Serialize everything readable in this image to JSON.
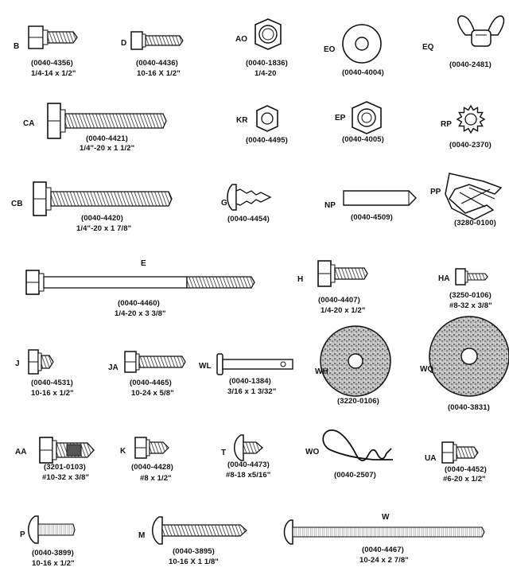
{
  "parts": [
    {
      "id": "B",
      "letter": "B",
      "code": "(0040-4356)",
      "size": "1/4-14 x 1/2\"",
      "icon": "hex-flange-screw-icon"
    },
    {
      "id": "D",
      "letter": "D",
      "code": "(0040-4436)",
      "size": "10-16 X 1/2\"",
      "icon": "hex-flange-screw-icon"
    },
    {
      "id": "AO",
      "letter": "AO",
      "code": "(0040-1836)",
      "size": "1/4-20",
      "icon": "hex-nut-icon"
    },
    {
      "id": "EO",
      "letter": "EO",
      "code": "(0040-4004)",
      "size": "",
      "icon": "flat-washer-icon"
    },
    {
      "id": "EQ",
      "letter": "EQ",
      "code": "(0040-2481)",
      "size": "",
      "icon": "wing-nut-icon"
    },
    {
      "id": "CA",
      "letter": "CA",
      "code": "(0040-4421)",
      "size": "1/4\"-20 x 1 1/2\"",
      "icon": "hex-bolt-icon"
    },
    {
      "id": "KR",
      "letter": "KR",
      "code": "(0040-4495)",
      "size": "",
      "icon": "hex-nut-icon"
    },
    {
      "id": "EP",
      "letter": "EP",
      "code": "(0040-4005)",
      "size": "",
      "icon": "lock-nut-icon"
    },
    {
      "id": "RP",
      "letter": "RP",
      "code": "(0040-2370)",
      "size": "",
      "icon": "star-washer-icon"
    },
    {
      "id": "CB",
      "letter": "CB",
      "code": "(0040-4420)",
      "size": "1/4\"-20 x 1 7/8\"",
      "icon": "hex-bolt-icon"
    },
    {
      "id": "G",
      "letter": "G",
      "code": "(0040-4454)",
      "size": "",
      "icon": "push-rivet-icon"
    },
    {
      "id": "NP",
      "letter": "NP",
      "code": "(0040-4509)",
      "size": "",
      "icon": "pin-icon"
    },
    {
      "id": "PP",
      "letter": "PP",
      "code": "(3280-0100)",
      "size": "",
      "icon": "clip-icon"
    },
    {
      "id": "E",
      "letter": "E",
      "code": "(0040-4460)",
      "size": "1/4-20 x 3 3/8\"",
      "icon": "long-hex-bolt-icon"
    },
    {
      "id": "H",
      "letter": "H",
      "code": "(0040-4407)",
      "size": "1/4-20 x 1/2\"",
      "icon": "hex-flange-bolt-icon"
    },
    {
      "id": "HA",
      "letter": "HA",
      "code": "(3250-0106)",
      "size": "#8-32 x 3/8\"",
      "icon": "hex-screw-icon"
    },
    {
      "id": "J",
      "letter": "J",
      "code": "(0040-4531)",
      "size": "10-16 x 1/2\"",
      "icon": "hex-flange-screw-icon"
    },
    {
      "id": "JA",
      "letter": "JA",
      "code": "(0040-4465)",
      "size": "10-24 x 5/8\"",
      "icon": "hex-flange-screw-icon"
    },
    {
      "id": "WL",
      "letter": "WL",
      "code": "(0040-1384)",
      "size": "3/16 x 1 3/32\"",
      "icon": "clevis-pin-icon"
    },
    {
      "id": "WH",
      "letter": "WH",
      "code": "(3220-0106)",
      "size": "",
      "icon": "felt-washer-icon"
    },
    {
      "id": "WQ",
      "letter": "WQ",
      "code": "(0040-3831)",
      "size": "",
      "icon": "felt-washer-icon"
    },
    {
      "id": "AA",
      "letter": "AA",
      "code": "(3201-0103)",
      "size": "#10-32 x 3/8\"",
      "icon": "hex-lock-screw-icon"
    },
    {
      "id": "K",
      "letter": "K",
      "code": "(0040-4428)",
      "size": "#8 x 1/2\"",
      "icon": "hex-flange-screw-icon"
    },
    {
      "id": "T",
      "letter": "T",
      "code": "(0040-4473)",
      "size": "#8-18 x5/16\"",
      "icon": "truss-head-screw-icon"
    },
    {
      "id": "WO",
      "letter": "WO",
      "code": "(0040-2507)",
      "size": "",
      "icon": "hair-pin-clip-icon"
    },
    {
      "id": "UA",
      "letter": "UA",
      "code": "(0040-4452)",
      "size": "#6-20 x 1/2\"",
      "icon": "hex-flange-screw-icon"
    },
    {
      "id": "P",
      "letter": "P",
      "code": "(0040-3899)",
      "size": "10-16 x 1/2\"",
      "icon": "truss-head-screw-icon"
    },
    {
      "id": "M",
      "letter": "M",
      "code": "(0040-3895)",
      "size": "10-16 X 1 1/8\"",
      "icon": "truss-head-screw-icon"
    },
    {
      "id": "W",
      "letter": "W",
      "code": "(0040-4467)",
      "size": "10-24 x 2 7/8\"",
      "icon": "long-truss-screw-icon"
    }
  ],
  "colors": {
    "ink": "#111111",
    "paper": "#ffffff",
    "shade": "#d8d8d8"
  }
}
